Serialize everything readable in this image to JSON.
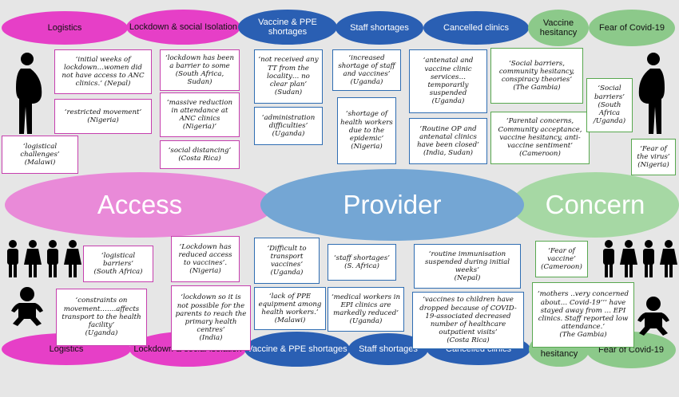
{
  "top_labels": [
    "Logistics",
    "Lockdown & social Isolation",
    "Vaccine & PPE shortages",
    "Staff shortages",
    "Cancelled clinics",
    "Vaccine hesitancy",
    "Fear of Covid-19"
  ],
  "bottom_labels": [
    "Logistics",
    "Lockdown & social Isolation",
    "Vaccine & PPE shortages",
    "Staff shortages",
    "Cancelled clinics",
    "Vaccine hesitancy",
    "Fear of Covid-19"
  ],
  "themes": {
    "access": "Access",
    "provider": "Provider",
    "concern": "Concern"
  },
  "quotes": {
    "q1": "‘initial weeks of lockdown…women did not have access to ANC clinics.’ (Nepal)",
    "q2": "‘restricted movement’\n(Nigeria)",
    "q3": "‘logistical challenges’\n(Malawi)",
    "q4": "‘lockdown has been a barrier to some (South Africa, Sudan)",
    "q5": "‘massive reduction in attendance at ANC clinics (Nigeria)’",
    "q6": "‘social distancing’\n(Costa Rica)",
    "q7": "‘not received any TT from the locality… no clear plan’\n(Sudan)",
    "q8": "‘administration difficulties’\n(Uganda)",
    "q9": "‘increased shortage of staff and vaccines’\n(Uganda)",
    "q10": "‘shortage of health workers due to the epidemic’\n(Nigeria)",
    "q11": "‘antenatal and vaccine clinic services… temporarily suspended\n(Uganda)",
    "q12": "‘Routine OP and antenatal clinics have been closed’\n(India, Sudan)",
    "q13": "‘Social barriers, community hesitancy, conspiracy theories’\n(The Gambia)",
    "q14": "‘Parental concerns, Community acceptance, vaccine hesitancy, anti-vaccine sentiment’ (Cameroon)",
    "q15": "‘Social barriers’\n(South Africa /Uganda)",
    "q16": "‘Fear of the virus’\n(Nigeria)",
    "q17": "‘logistical barriers’\n(South Africa)",
    "q18": "‘constraints on movement…….affects transport to the health facility’\n(Uganda)",
    "q19": "‘Lockdown has reduced access to vaccines’.\n(Nigeria)",
    "q20": "‘lockdown so it is not possible for the parents to reach the primary health centres’\n(India)",
    "q21": "‘Difficult to transport vaccines’\n(Uganda)",
    "q22": "‘lack of PPE equipment among health workers.’\n(Malawi)",
    "q23": "‘staff shortages’\n(S. Africa)",
    "q24": "‘medical workers in EPI clinics are markedly reduced’\n(Uganda)",
    "q25": "‘routine immunisation suspended during initial weeks’\n(Nepal)",
    "q26": "‘vaccines to children have dropped because of COVID-19-associated decreased number of healthcare outpatient visits’\n(Costa Rica)",
    "q27": "‘Fear of vaccine’\n(Cameroon)",
    "q28": "‘mothers ..very concerned about… Covid-19’’’ have stayed away from … EPI clinics. Staff reported low attendance.’\n(The Gambia)"
  },
  "colors": {
    "magenta": "#e63fc7",
    "blue": "#2a5fb3",
    "green": "#8cc98a",
    "access": "#e98ad8",
    "provider": "#74a6d4",
    "concern": "#a6d8a4"
  },
  "icons": [
    "pregnant-woman-icon",
    "children-group-icon",
    "baby-icon"
  ]
}
